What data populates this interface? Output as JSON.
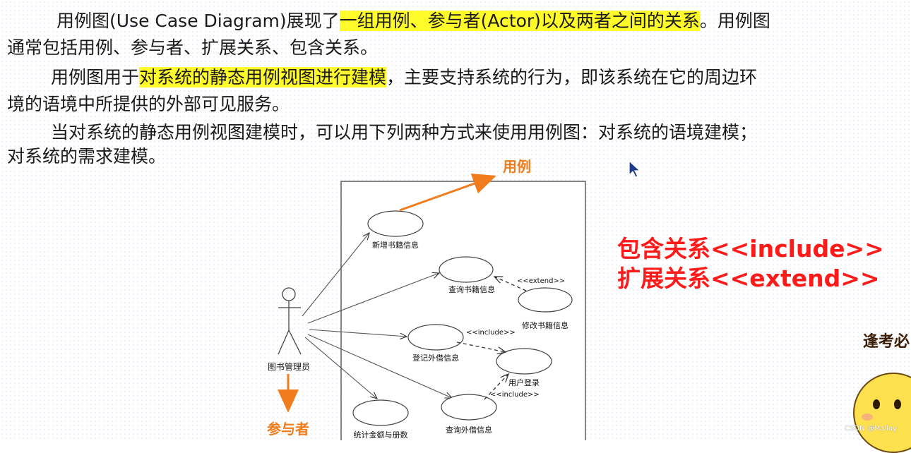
{
  "paragraphs": {
    "p1": {
      "pre": "用例图(Use Case Diagram)展现了",
      "highlight": "一组用例、参与者(Actor)以及两者之间的关系",
      "post": "。用例图",
      "line2": "通常包括用例、参与者、扩展关系、包含关系。"
    },
    "p2": {
      "pre": "用例图用于",
      "highlight": "对系统的静态用例视图进行建模",
      "post": "，主要支持系统的行为，即该系统在它的周边环",
      "line2": "境的语境中所提供的外部可见服务。"
    },
    "p3": {
      "line1": "当对系统的静态用例视图建模时，可以用下列两种方式来使用用例图：对系统的语境建模；",
      "line2": "对系统的需求建模。"
    }
  },
  "diagram": {
    "actor_label": "图书管理员",
    "use_cases": {
      "add_book": "新增书籍信息",
      "query_book": "查询书籍信息",
      "modify_book": "修改书籍信息",
      "register_loan": "登记外借信息",
      "user_login": "用户登录",
      "query_loan": "查询外借信息",
      "stats": "统计金额与册数"
    },
    "stereotypes": {
      "extend": "<<extend>>",
      "include_1": "<<include>>",
      "include_2": "<<include>>"
    }
  },
  "annotations": {
    "use_case_arrow_label": "用例",
    "actor_arrow_label": "参与者",
    "include_note": "包含关系<<include>>",
    "extend_note": "扩展关系<<extend>>",
    "orange_color": "#f07c1c",
    "red_color": "#ff1a1a",
    "highlight_color": "#fffb2a"
  },
  "overlay": {
    "logo_text": "逢考必",
    "watermark": "CSDN @Mollay"
  }
}
